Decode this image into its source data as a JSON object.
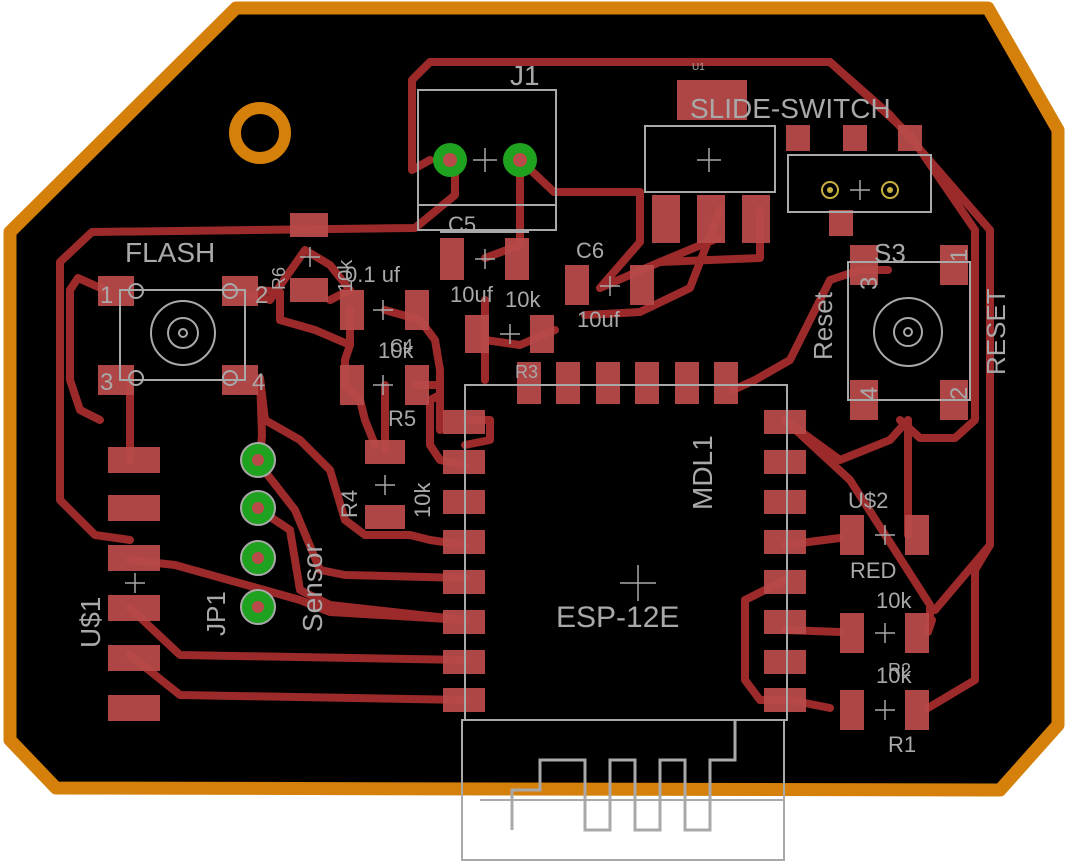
{
  "colors": {
    "background": "#ffffff",
    "board_fill": "#000000",
    "board_outline": "#d4800a",
    "trace": "#9c2a2a",
    "pad": "#b84a4a",
    "silkscreen": "#a9a9a9",
    "through_hole": "#1fa21f"
  },
  "labels": {
    "j1": "J1",
    "u1": "U1",
    "slide_switch": "SLIDE-SWITCH",
    "flash": "FLASH",
    "pin1_left": "1",
    "pin2_left": "2",
    "pin3_left": "3",
    "pin4_left": "4",
    "r6": "R6",
    "r6_value": "10k",
    "c5": "C5",
    "c5_value": "10uf",
    "c4_value": "0.1 uf",
    "c4": "C4",
    "r3_value": "10k",
    "r3": "R3",
    "c6": "C6",
    "c6_value": "10uf",
    "s3": "S3",
    "reset_small": "Reset",
    "reset_big": "RESET",
    "pin1_right": "1",
    "pin2_right": "2",
    "pin3_right": "3",
    "pin4_right": "4",
    "r5_value": "10k",
    "r5": "R5",
    "r4": "R4",
    "r4_value": "10k",
    "mdl1": "MDL1",
    "esp": "ESP-12E",
    "us2": "U$2",
    "red": "RED",
    "r2_value": "10k",
    "r2": "R2",
    "r1_value": "10k",
    "r1": "R1",
    "us1": "U$1",
    "jp1": "JP1",
    "sensor": "Sensor"
  }
}
